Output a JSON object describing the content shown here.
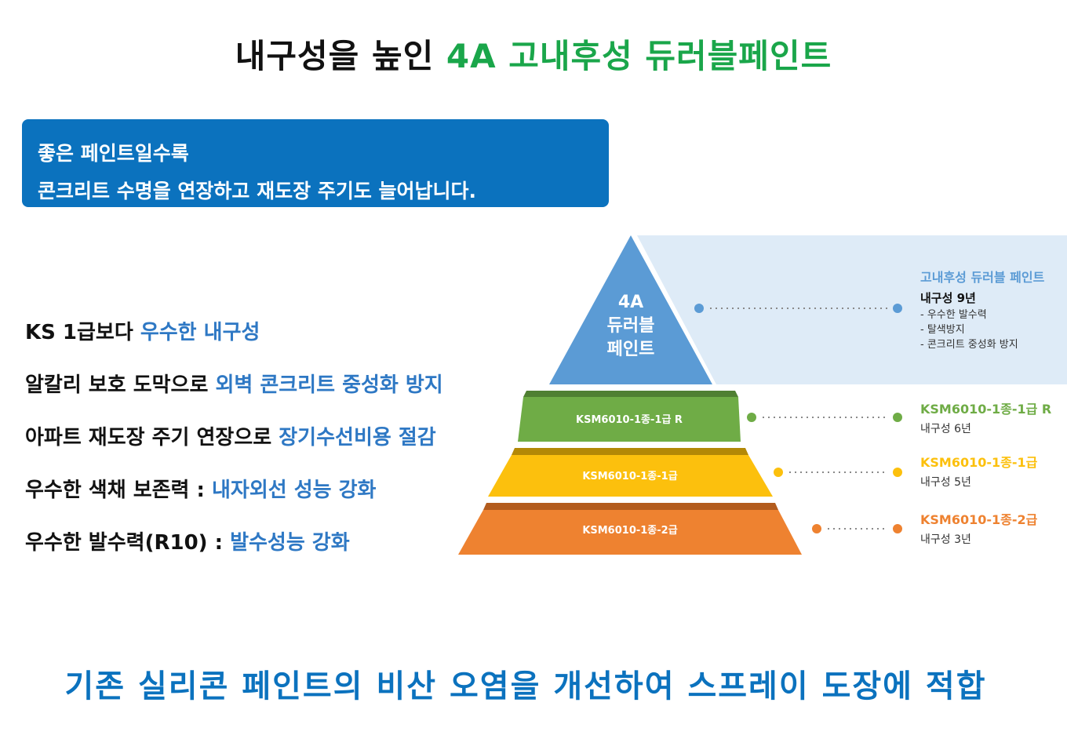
{
  "title": {
    "main": "내구성을 높인",
    "accent": "4A 고내후성 듀러블페인트"
  },
  "callout": {
    "line1": "좋은 페인트일수록",
    "line2": "콘크리트 수명을 연장하고 재도장 주기도 늘어납니다."
  },
  "features": [
    {
      "plain": "KS 1급보다",
      "highlight": "우수한 내구성"
    },
    {
      "plain": "알칼리 보호 도막으로",
      "highlight": "외벽 콘크리트 중성화 방지"
    },
    {
      "plain": "아파트 재도장 주기 연장으로",
      "highlight": "장기수선비용 절감"
    },
    {
      "plain": "우수한 색채 보존력 :",
      "highlight": "내자외선 성능 강화"
    },
    {
      "plain": "우수한 발수력(R10) :",
      "highlight": "발수성능 강화"
    }
  ],
  "pyramid": {
    "top": {
      "line1": "4A",
      "line2": "듀러블",
      "line3": "페인트",
      "color": "#5b9bd5"
    },
    "tiers": [
      {
        "label": "KSM6010-1종-1급 R",
        "color": "#6fac46"
      },
      {
        "label": "KSM6010-1종-1급",
        "color": "#fcc00d"
      },
      {
        "label": "KSM6010-1종-2급",
        "color": "#ee8230"
      }
    ],
    "top_panel_color": "#deebf7"
  },
  "legend": [
    {
      "title": "고내후성 듀러블 페인트",
      "subtitle": "내구성 9년",
      "bullets": [
        "- 우수한 발수력",
        "- 탈색방지",
        "- 콘크리트 중성화 방지"
      ],
      "color": "#5b9bd5"
    },
    {
      "title": "KSM6010-1종-1급 R",
      "subtitle": "내구성 6년",
      "color": "#6fac46"
    },
    {
      "title": "KSM6010-1종-1급",
      "subtitle": "내구성 5년",
      "color": "#fcc00d"
    },
    {
      "title": "KSM6010-1종-2급",
      "subtitle": "내구성 3년",
      "color": "#ee8230"
    }
  ],
  "bottom_text": "기존 실리콘 페인트의 비산 오염을 개선하여 스프레이 도장에 적합"
}
